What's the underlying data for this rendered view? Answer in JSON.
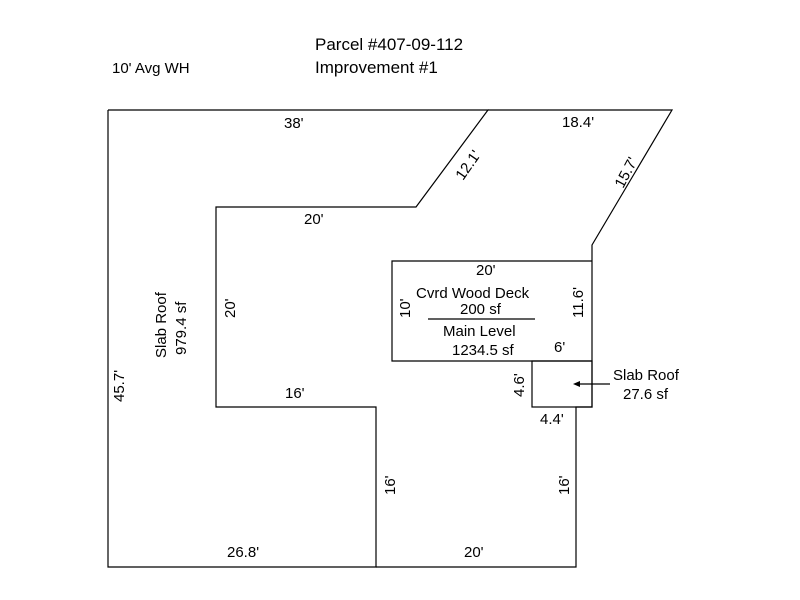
{
  "header": {
    "parcel": "Parcel #407-09-112",
    "improvement": "Improvement #1",
    "wall_height": "10' Avg WH"
  },
  "areas": {
    "slab_roof_main": {
      "name": "Slab Roof",
      "area": "979.4 sf"
    },
    "deck": {
      "name": "Cvrd Wood Deck",
      "area": "200 sf"
    },
    "main_level": {
      "name": "Main Level",
      "area": "1234.5 sf"
    },
    "slab_roof_small": {
      "name": "Slab Roof",
      "area": "27.6 sf"
    }
  },
  "dimensions": {
    "top_left": "38'",
    "diag_inner": "12.1'",
    "top_right": "18.4'",
    "diag_outer": "15.7'",
    "inner_top": "20'",
    "inner_left": "20'",
    "inner_bottom": "16'",
    "left_outer": "45.7'",
    "bottom_left": "26.8'",
    "bottom_right": "20'",
    "notch_left": "16'",
    "right_lower": "16'",
    "deck_top": "20'",
    "deck_left": "10'",
    "deck_right": "11.6'",
    "slab_top": "6'",
    "slab_left": "4.6'",
    "slab_bottom": "4.4'"
  },
  "colors": {
    "line": "#000000",
    "background": "#ffffff"
  }
}
